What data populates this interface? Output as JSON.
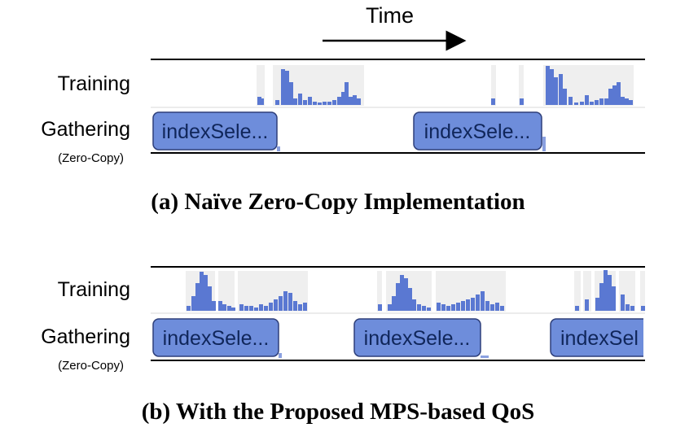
{
  "time_label": "Time",
  "panels": [
    {
      "training_label": "Training",
      "gathering_label": "Gathering",
      "gathering_sub": "(Zero-Copy)",
      "kernel_label": "indexSele...",
      "kernel_label_partial": "",
      "caption": "(a) Naïve Zero-Copy Implementation"
    },
    {
      "training_label": "Training",
      "gathering_label": "Gathering",
      "gathering_sub": "(Zero-Copy)",
      "kernel_label": "indexSele...",
      "kernel_label_partial": "indexSel",
      "caption": "(b) With the Proposed MPS-based QoS"
    }
  ],
  "colors": {
    "kernel_fill": "#6e8ddb",
    "kernel_stroke": "#2e3f7a",
    "bar_fill": "#5a78d2",
    "activity_bg": "#efefef",
    "line": "#000000"
  }
}
